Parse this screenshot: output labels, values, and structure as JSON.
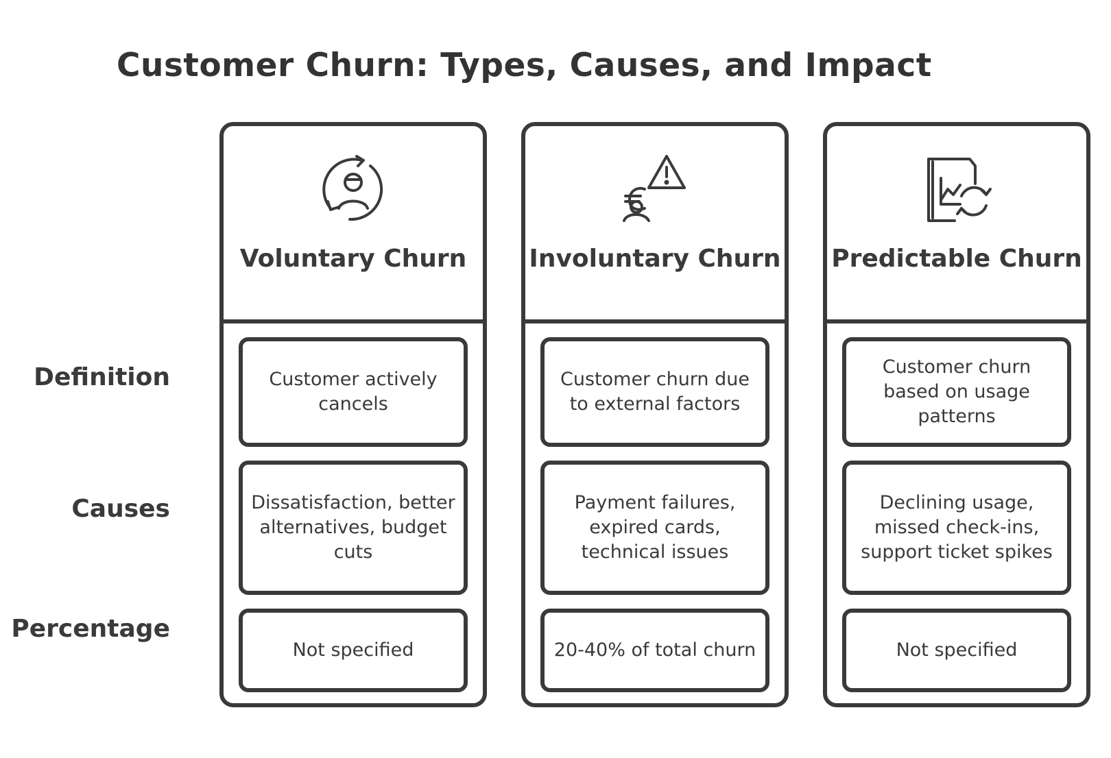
{
  "title": "Customer Churn: Types, Causes, and Impact",
  "row_labels": {
    "definition": "Definition",
    "causes": "Causes",
    "percentage": "Percentage"
  },
  "columns": [
    {
      "title": "Voluntary Churn",
      "icon": "user-cycle-icon",
      "definition": "Customer actively cancels",
      "causes": "Dissatisfaction, better alternatives, budget cuts",
      "percentage": "Not specified"
    },
    {
      "title": "Involuntary Churn",
      "icon": "euro-warning-icon",
      "definition": "Customer churn due to external factors",
      "causes": "Payment failures, expired cards, technical issues",
      "percentage": "20-40% of total churn"
    },
    {
      "title": "Predictable Churn",
      "icon": "chart-cycle-icon",
      "definition": "Customer churn based on usage patterns",
      "causes": "Declining usage, missed check-ins, support ticket spikes",
      "percentage": "Not specified"
    }
  ]
}
